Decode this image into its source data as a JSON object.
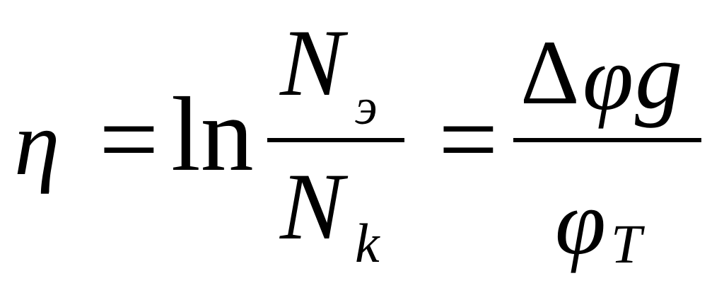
{
  "formula": {
    "lhs_symbol": "η",
    "eq1": "=",
    "ln": "ln",
    "frac1": {
      "num_base": "N",
      "num_sub": "э",
      "den_base": "N",
      "den_sub": "k"
    },
    "eq2": "=",
    "frac2": {
      "num_delta": "Δ",
      "num_phi": "φ",
      "num_g": "g",
      "den_phi": "φ",
      "den_sub": "T"
    }
  }
}
